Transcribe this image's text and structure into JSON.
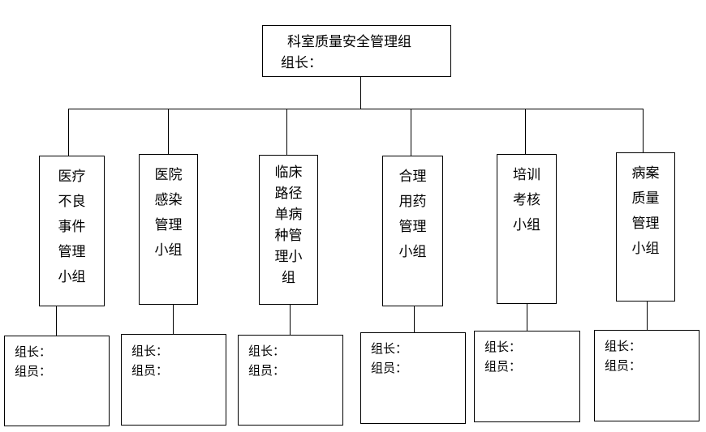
{
  "top": {
    "title": "科室质量安全管理组",
    "leader": "组长："
  },
  "groups": [
    {
      "name": "医疗\n不良\n事件\n管理\n小组",
      "leader": "组长：",
      "members": "组员："
    },
    {
      "name": "医院\n感染\n管理\n小组",
      "leader": "组长：",
      "members": "组员："
    },
    {
      "name": "临床\n路径\n单病\n种管\n理小\n组",
      "leader": "组长：",
      "members": "组员："
    },
    {
      "name": "合理\n用药\n管理\n小组",
      "leader": "组长：",
      "members": "组员："
    },
    {
      "name": "培训\n考核\n小组",
      "leader": "组长：",
      "members": "组员："
    },
    {
      "name": "病案\n质量\n管理\n小组",
      "leader": "组长：",
      "members": "组员："
    }
  ]
}
